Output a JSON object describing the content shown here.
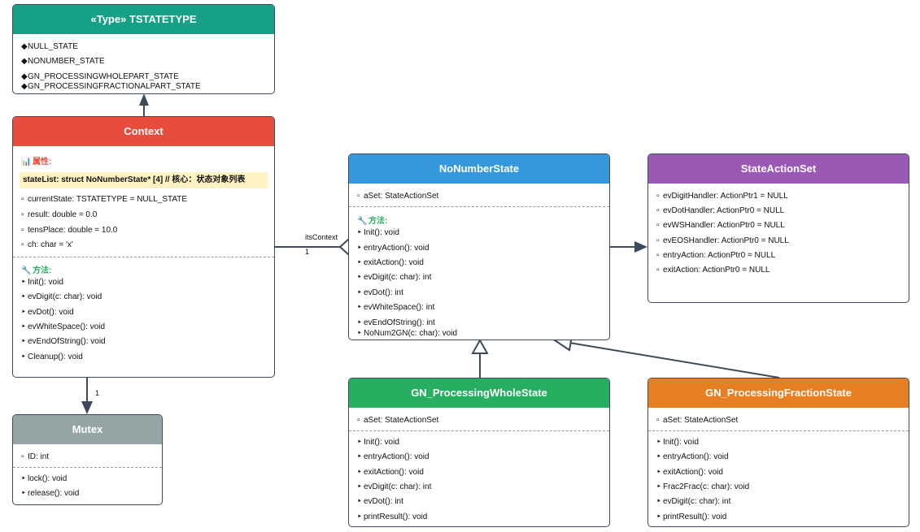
{
  "tstatetype": {
    "title": "«Type» TSTATETYPE",
    "color": "#16a085",
    "values": [
      "NULL_STATE",
      "NONUMBER_STATE",
      "GN_PROCESSINGWHOLEPART_STATE",
      "GN_PROCESSINGFRACTIONALPART_STATE"
    ]
  },
  "context": {
    "title": "Context",
    "color": "#e74c3c",
    "attr_heading": "属性:",
    "attr_heading_color": "#e74c3c",
    "highlight_attr": "stateList: struct NoNumberState* [4] // 核心：状态对象列表",
    "attrs": [
      "currentState: TSTATETYPE = NULL_STATE",
      "result: double = 0.0",
      "tensPlace: double = 10.0",
      "ch: char = 'x'"
    ],
    "method_heading": "方法:",
    "method_heading_color": "#27ae60",
    "methods": [
      "Init(): void",
      "evDigit(c: char): void",
      "evDot(): void",
      "evWhiteSpace(): void",
      "evEndOfString(): void",
      "Cleanup(): void"
    ]
  },
  "mutex": {
    "title": "Mutex",
    "color": "#95a5a6",
    "attrs": [
      "ID: int"
    ],
    "methods": [
      "lock(): void",
      "release(): void"
    ]
  },
  "nonumber": {
    "title": "NoNumberState",
    "color": "#3498db",
    "attrs": [
      "aSet: StateActionSet"
    ],
    "method_heading": "方法:",
    "methods": [
      "Init(): void",
      "entryAction(): void",
      "exitAction(): void",
      "evDigit(c: char): int",
      "evDot(): int",
      "evWhiteSpace(): int",
      "evEndOfString(): int",
      "NoNum2GN(c: char): void"
    ]
  },
  "stateactionset": {
    "title": "StateActionSet",
    "color": "#9b59b6",
    "attrs": [
      "evDigitHandler: ActionPtr1 = NULL",
      "evDotHandler: ActionPtr0 = NULL",
      "evWSHandler: ActionPtr0 = NULL",
      "evEOSHandler: ActionPtr0 = NULL",
      "entryAction: ActionPtr0 = NULL",
      "exitAction: ActionPtr0 = NULL"
    ]
  },
  "whole": {
    "title": "GN_ProcessingWholeState",
    "color": "#27ae60",
    "attrs": [
      "aSet: StateActionSet"
    ],
    "methods": [
      "Init(): void",
      "entryAction(): void",
      "exitAction(): void",
      "evDigit(c: char): int",
      "evDot(): int",
      "printResult(): void"
    ]
  },
  "fraction": {
    "title": "GN_ProcessingFractionState",
    "color": "#e67e22",
    "attrs": [
      "aSet: StateActionSet"
    ],
    "methods": [
      "Init(): void",
      "entryAction(): void",
      "exitAction(): void",
      "Frac2Frac(c: char): void",
      "evDigit(c: char): int",
      "printResult(): void"
    ]
  },
  "relations": {
    "its_context_label": "itsContext",
    "its_context_mult": "1",
    "mutex_mult": "1"
  }
}
